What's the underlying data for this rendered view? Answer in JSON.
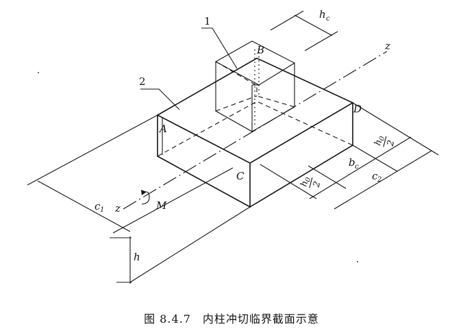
{
  "labels": {
    "pt_A": "A",
    "pt_B": "B",
    "pt_C": "C",
    "pt_D": "D",
    "moment": "M",
    "axis_z": "z",
    "num_1": "1",
    "num_2": "2",
    "h": "h",
    "hc_main": "h",
    "hc_sub": "c",
    "bc_main": "b",
    "bc_sub": "c",
    "c1_main": "c",
    "c1_sub": "1",
    "c2_main": "c",
    "c2_sub": "2",
    "h0_main": "h",
    "h0_sub": "0",
    "half": "2"
  },
  "caption": {
    "text": "图 8.4.7　内柱冲切临界截面示意"
  }
}
